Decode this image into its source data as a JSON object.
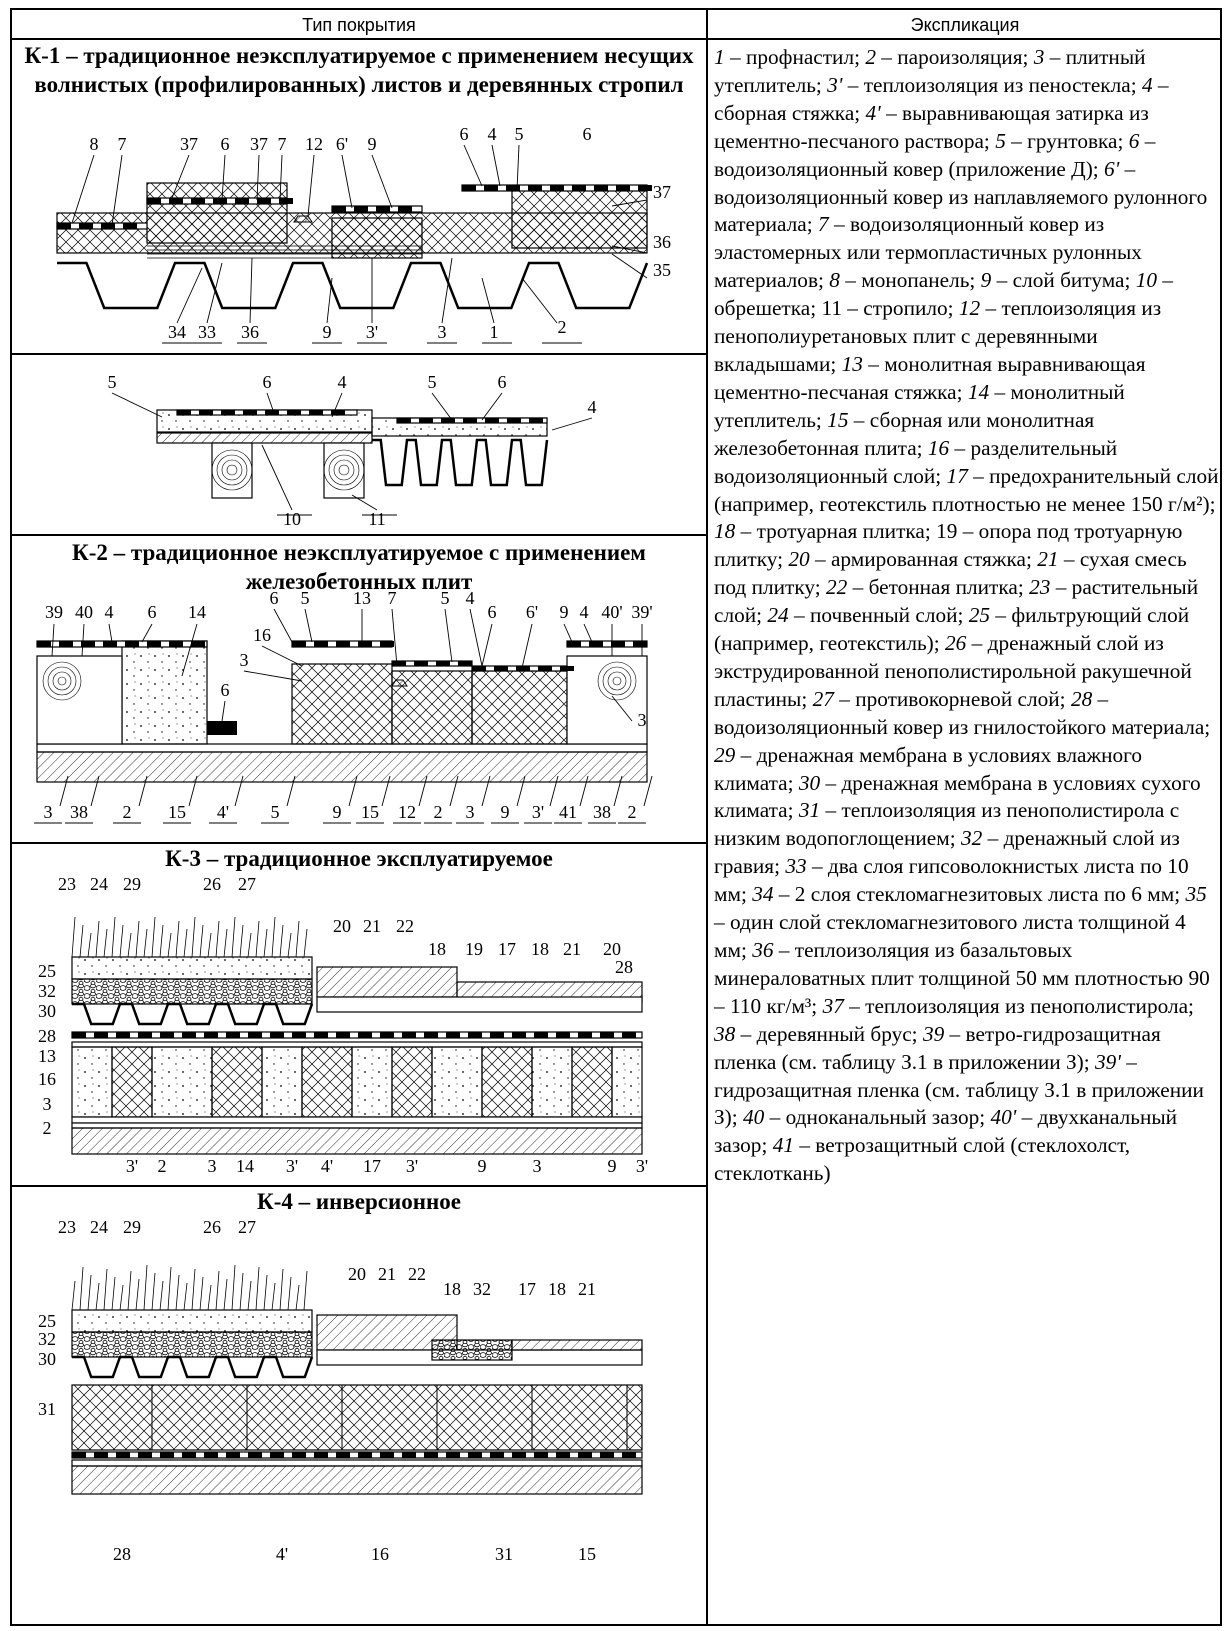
{
  "header": {
    "col1": "Тип покрытия",
    "col2": "Экспликация"
  },
  "sections": {
    "k1_title": "К-1 – традиционное неэксплуатируемое с применением несущих волнистых (профилированных) листов и деревянных стропил",
    "k2_title": "К-2 – традиционное неэксплуатируемое с применением железобетонных плит",
    "k3_title": "К-3 – традиционное эксплуатируемое",
    "k4_title": "К-4 – инверсионное"
  },
  "figures": {
    "k1_top": [
      "8",
      "7",
      "37",
      "6",
      "37",
      "7",
      "12",
      "6'",
      "9",
      "6",
      "4",
      "5",
      "6",
      "37",
      "36",
      "35",
      "34",
      "33",
      "36",
      "9",
      "3'",
      "3",
      "1",
      "2"
    ],
    "k1_bottom": [
      "6",
      "4",
      "5",
      "6",
      "5",
      "4",
      "10",
      "11"
    ],
    "k2": [
      "39",
      "40",
      "4",
      "6",
      "14",
      "6",
      "5",
      "13",
      "7",
      "5",
      "4",
      "6",
      "6'",
      "9",
      "4",
      "40'",
      "39'",
      "16",
      "3",
      "6",
      "3",
      "3",
      "38",
      "2",
      "15",
      "4'",
      "5",
      "9",
      "15",
      "12",
      "2",
      "3",
      "9",
      "3'",
      "41",
      "38",
      "2"
    ],
    "k3": [
      "23",
      "24",
      "29",
      "26",
      "27",
      "20",
      "21",
      "22",
      "18",
      "19",
      "17",
      "18",
      "21",
      "20",
      "25",
      "32",
      "30",
      "28",
      "28",
      "13",
      "16",
      "3",
      "2",
      "3'",
      "2",
      "3",
      "14",
      "3'",
      "4'",
      "17",
      "3'",
      "9",
      "3",
      "9",
      "3'"
    ],
    "k4": [
      "23",
      "24",
      "29",
      "26",
      "27",
      "20",
      "21",
      "22",
      "18",
      "32",
      "17",
      "18",
      "21",
      "25",
      "32",
      "30",
      "31",
      "28",
      "4'",
      "16",
      "31",
      "15"
    ]
  },
  "explication": [
    {
      "n": "1",
      "t": " – профнастил; "
    },
    {
      "n": "2",
      "t": " –  пароизоляция; "
    },
    {
      "n": "3",
      "t": " – плитный утеплитель; "
    },
    {
      "n": "3'",
      "t": " – теплоизоляция из пеностекла; "
    },
    {
      "n": "4",
      "t": " – сборная стяжка; "
    },
    {
      "n": "4'",
      "t": " – выравнивающая затирка из цементно-песчаного раствора; "
    },
    {
      "n": "5",
      "t": " – грунтовка; "
    },
    {
      "n": "6",
      "t": " – водоизоляционный ковер (приложение Д); "
    },
    {
      "n": "6'",
      "t": " – водоизоляционный ковер из наплавляемого рулонного материала; "
    },
    {
      "n": "7",
      "t": " – водоизоляционный ковер из эластомерных или термопластичных рулонных материалов; "
    },
    {
      "n": "8",
      "t": " – монопанель; "
    },
    {
      "n": "9",
      "t": " – слой битума; "
    },
    {
      "n": "10",
      "t": " – обрешетка;  11 – стропило; "
    },
    {
      "n": "12",
      "t": " – теплоизоляция из пенополиуретановых плит с деревянными вкладышами; "
    },
    {
      "n": "13",
      "t": " – монолитная выравнивающая цементно-песчаная стяжка; "
    },
    {
      "n": "14",
      "t": " – монолитный утеплитель; "
    },
    {
      "n": "15",
      "t": " – сборная или монолитная железобетонная плита; "
    },
    {
      "n": "16",
      "t": " – разделительный водоизоляционный слой; "
    },
    {
      "n": "17",
      "t": " – предохранительный слой (например, геотекстиль плотностью не менее 150 г/м²); "
    },
    {
      "n": "18",
      "t": " – тротуарная плитка; 19 – опора под тротуарную плитку; "
    },
    {
      "n": "20",
      "t": " – армированная стяжка; "
    },
    {
      "n": "21",
      "t": " – сухая смесь под плитку; "
    },
    {
      "n": "22",
      "t": " – бетонная плитка; "
    },
    {
      "n": "23",
      "t": " – растительный слой; "
    },
    {
      "n": "24",
      "t": " – почвенный слой; "
    },
    {
      "n": "25",
      "t": " – фильтрующий слой (например, геотекстиль); "
    },
    {
      "n": "26",
      "t": " – дренажный слой из экструдированной пенополистирольной ракушечной пластины; "
    },
    {
      "n": "27",
      "t": " – противокорневой слой; "
    },
    {
      "n": "28",
      "t": " – водоизоляционный ковер из гнилостойкого материала; "
    },
    {
      "n": "29",
      "t": " – дренажная мембрана в условиях влажного климата; "
    },
    {
      "n": "30",
      "t": " – дренажная мембрана в условиях сухого климата; "
    },
    {
      "n": "31",
      "t": " – теплоизоляция из пенополистирола с низким водопоглощением; "
    },
    {
      "n": "32",
      "t": " – дренажный слой из гравия; "
    },
    {
      "n": "33",
      "t": " – два слоя гипсоволокнистых листа по   10 мм; "
    },
    {
      "n": "34",
      "t": " – 2 слоя стекломагнезитовых листа по 6 мм; "
    },
    {
      "n": "35",
      "t": " – один слой стекломагнезитового листа толщиной 4 мм; "
    },
    {
      "n": "36",
      "t": " – теплоизоляция из базальтовых минераловатных плит толщиной 50 мм плотностью 90 – 110 кг/м³; "
    },
    {
      "n": "37",
      "t": " – теплоизоляция из пенополистирола; "
    },
    {
      "n": "38",
      "t": " – деревянный брус; "
    },
    {
      "n": "39",
      "t": " – ветро-гидрозащитная пленка (см. таблицу З.1 в приложении З); "
    },
    {
      "n": "39'",
      "t": " – гидрозащитная пленка (см. таблицу З.1 в приложении З); "
    },
    {
      "n": "40",
      "t": " – одноканальный зазор; "
    },
    {
      "n": "40'",
      "t": " – двухканальный зазор; "
    },
    {
      "n": "41",
      "t": " – ветрозащитный слой (стеклохолст, стеклоткань)"
    }
  ]
}
